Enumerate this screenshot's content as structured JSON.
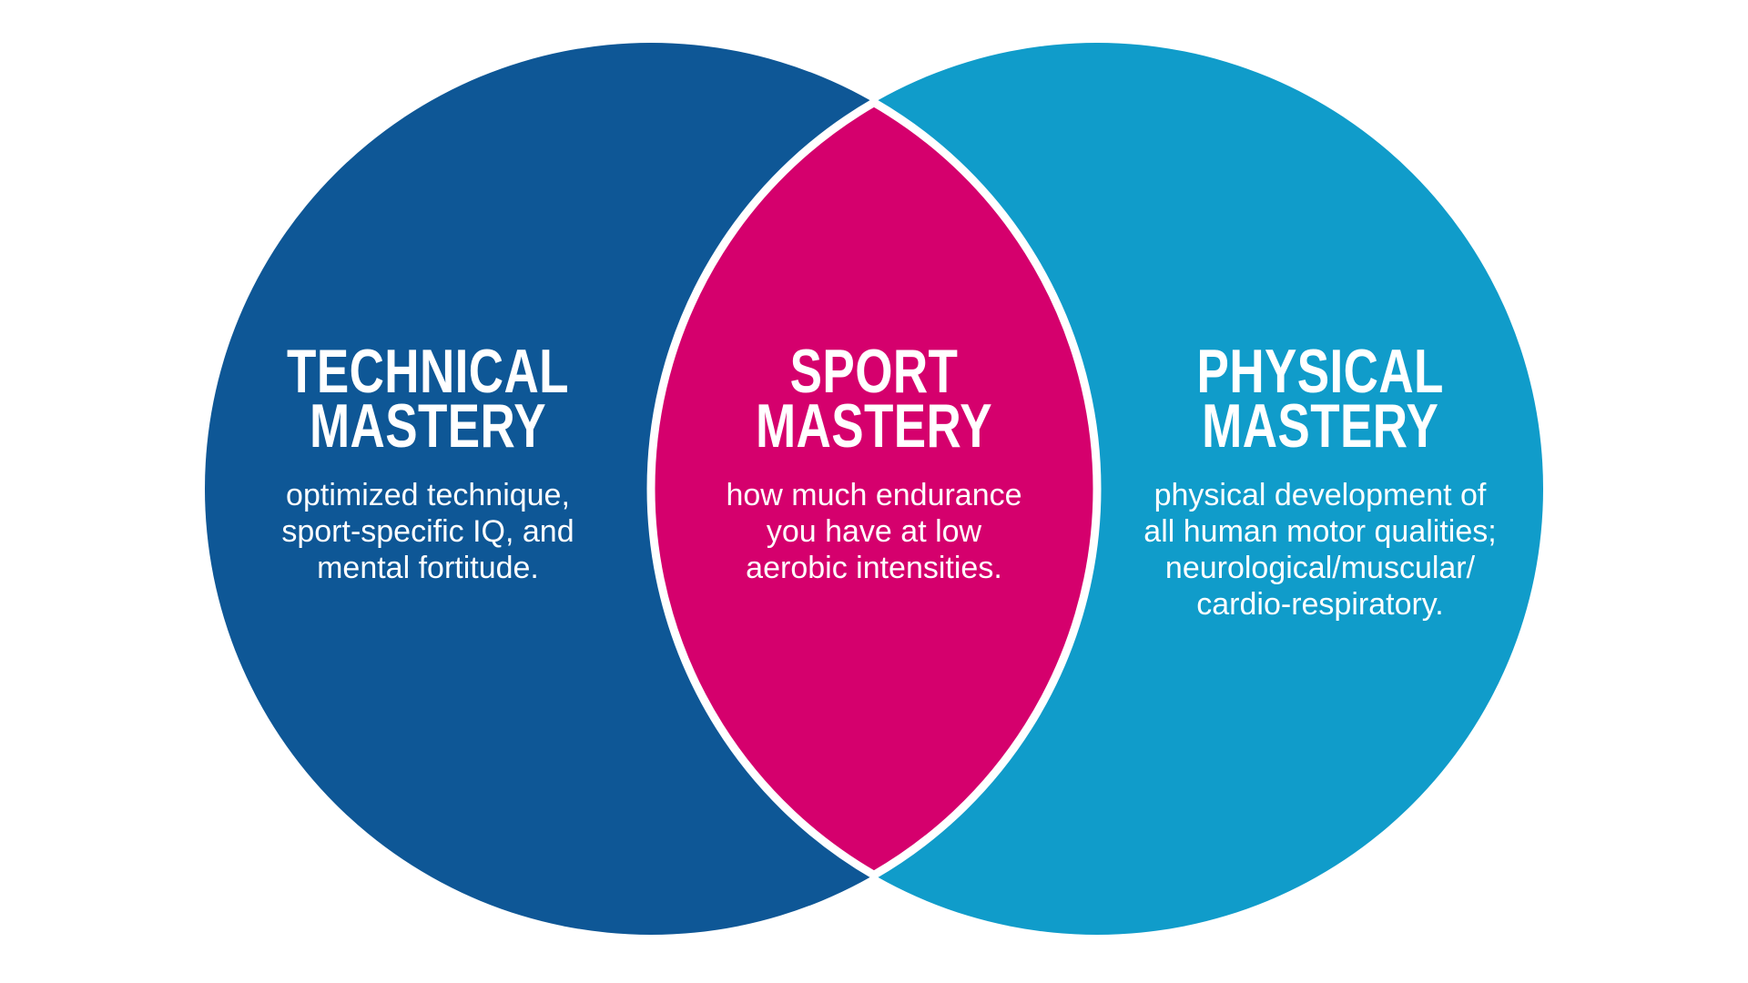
{
  "diagram_type": "venn",
  "colors": {
    "background": "#ffffff",
    "left_circle": "#0e5796",
    "right_circle": "#109cca",
    "intersection": "#d5006d",
    "divider": "#ffffff",
    "text": "#ffffff"
  },
  "venn": {
    "left": {
      "title": [
        "TECHNICAL",
        "MASTERY"
      ],
      "body": [
        "optimized technique,",
        "sport-specific IQ, and",
        "mental fortitude."
      ]
    },
    "center": {
      "title": [
        "SPORT",
        "MASTERY"
      ],
      "body": [
        "how much endurance",
        "you have at low",
        "aerobic intensities."
      ]
    },
    "right": {
      "title": [
        "PHYSICAL",
        "MASTERY"
      ],
      "body": [
        "physical development of",
        "all human motor qualities;",
        "neurological/muscular/",
        "cardio-respiratory."
      ]
    }
  }
}
